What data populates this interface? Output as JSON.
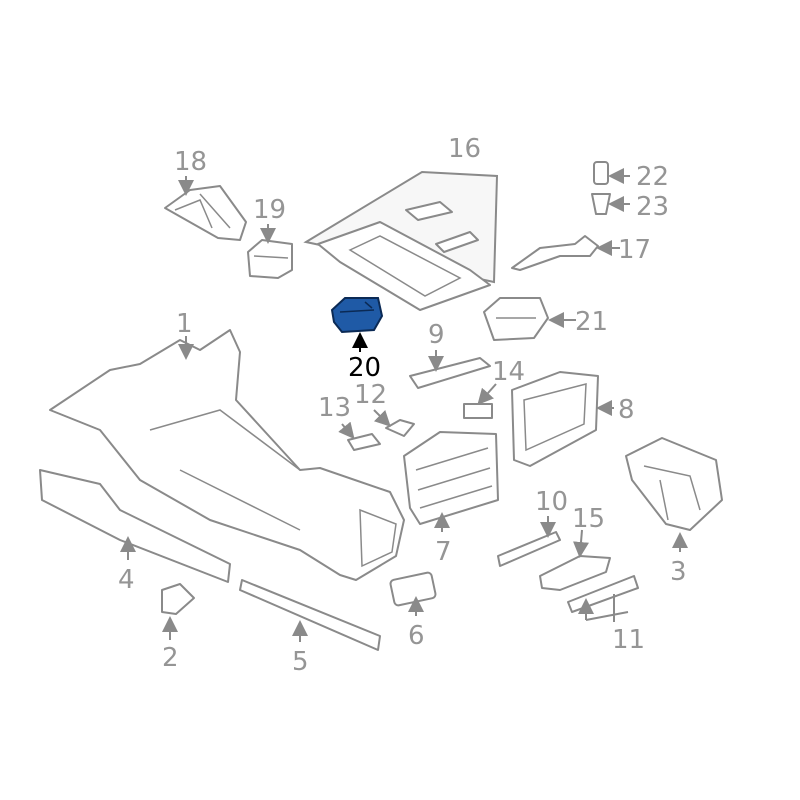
{
  "diagram": {
    "highlight_color": "#1f5aa6",
    "label_color": "#959595",
    "selected_part": "20",
    "callouts": [
      {
        "id": "1",
        "label": "1"
      },
      {
        "id": "2",
        "label": "2"
      },
      {
        "id": "3",
        "label": "3"
      },
      {
        "id": "4",
        "label": "4"
      },
      {
        "id": "5",
        "label": "5"
      },
      {
        "id": "6",
        "label": "6"
      },
      {
        "id": "7",
        "label": "7"
      },
      {
        "id": "8",
        "label": "8"
      },
      {
        "id": "9",
        "label": "9"
      },
      {
        "id": "10",
        "label": "10"
      },
      {
        "id": "11",
        "label": "11"
      },
      {
        "id": "12",
        "label": "12"
      },
      {
        "id": "13",
        "label": "13"
      },
      {
        "id": "14",
        "label": "14"
      },
      {
        "id": "15",
        "label": "15"
      },
      {
        "id": "16",
        "label": "16"
      },
      {
        "id": "17",
        "label": "17"
      },
      {
        "id": "18",
        "label": "18"
      },
      {
        "id": "19",
        "label": "19"
      },
      {
        "id": "20",
        "label": "20"
      },
      {
        "id": "21",
        "label": "21"
      },
      {
        "id": "22",
        "label": "22"
      },
      {
        "id": "23",
        "label": "23"
      }
    ]
  }
}
